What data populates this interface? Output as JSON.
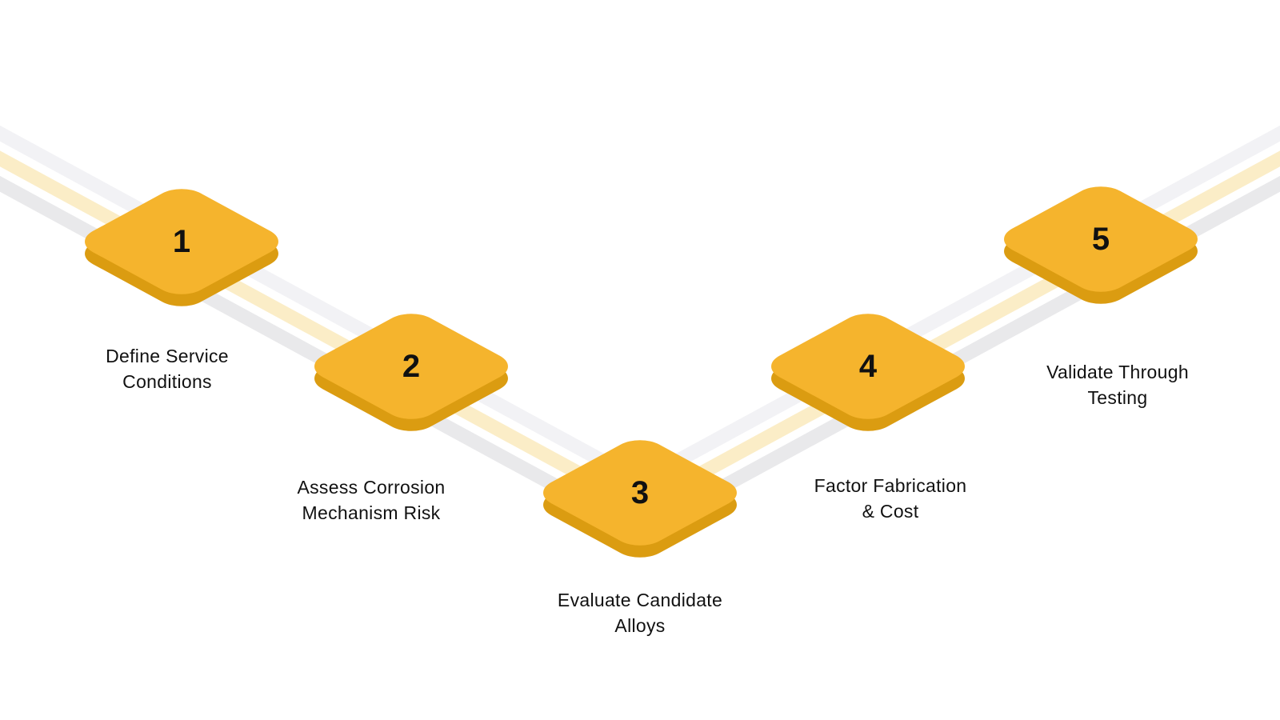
{
  "diagram": {
    "type": "process-flow-v-shape",
    "steps": [
      {
        "number": "1",
        "label": "Define Service Conditions",
        "line1": "Define Service",
        "line2": "Conditions"
      },
      {
        "number": "2",
        "label": "Assess Corrosion Mechanism Risk",
        "line1": "Assess Corrosion",
        "line2": "Mechanism Risk"
      },
      {
        "number": "3",
        "label": "Evaluate Candidate Alloys",
        "line1": "Evaluate Candidate",
        "line2": "Alloys"
      },
      {
        "number": "4",
        "label": "Factor Fabrication & Cost",
        "line1": "Factor Fabrication",
        "line2": "& Cost"
      },
      {
        "number": "5",
        "label": "Validate Through Testing",
        "line1": "Validate Through",
        "line2": "Testing"
      }
    ],
    "colors": {
      "background": "#FFFFFF",
      "diamond_face": "#F5B42D",
      "diamond_edge": "#DB9C11",
      "ribbon_gray_top": "#F2F2F5",
      "ribbon_cream": "#FBEDC7",
      "ribbon_gray_bottom": "#E9E9EB",
      "text": "#111111"
    }
  }
}
